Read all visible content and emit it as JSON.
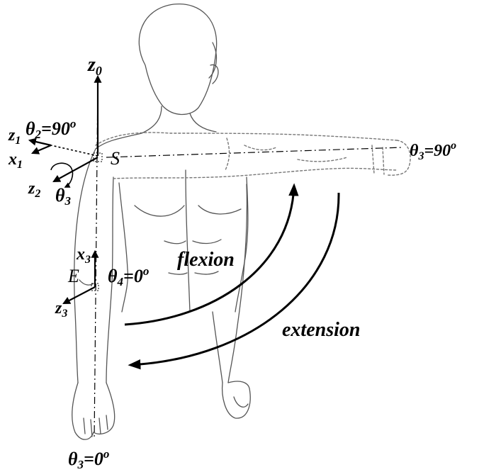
{
  "labels": {
    "z0": "z",
    "z0_sub": "0",
    "z1": "z",
    "z1_sub": "1",
    "x1": "x",
    "x1_sub": "1",
    "z2": "z",
    "z2_sub": "2",
    "x3": "x",
    "x3_sub": "3",
    "z3": "z",
    "z3_sub": "3",
    "theta2": "θ",
    "theta2_sub": "2",
    "theta2_val": "=90",
    "theta3_mid": "θ",
    "theta3_mid_sub": "3",
    "theta3_top": "θ",
    "theta3_top_sub": "3",
    "theta3_top_val": "=90",
    "theta4": "θ",
    "theta4_sub": "4",
    "theta4_val": "=0",
    "theta3_bottom": "θ",
    "theta3_bottom_sub": "3",
    "theta3_bottom_val": "=0",
    "degree": "o",
    "S": "S",
    "E": "E",
    "flexion": "flexion",
    "extension": "extension"
  }
}
